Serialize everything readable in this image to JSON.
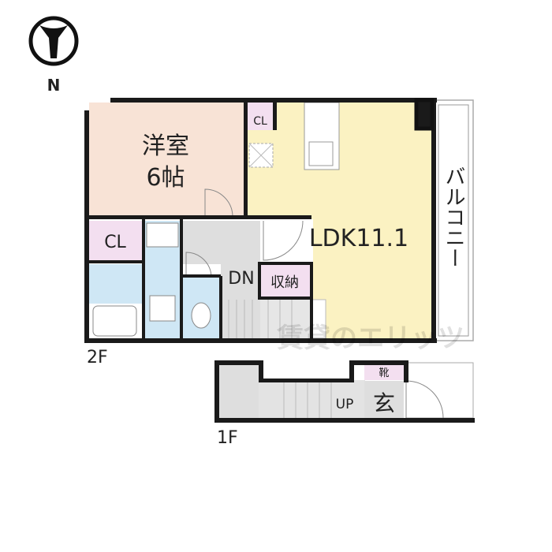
{
  "compass": {
    "label": "N"
  },
  "floor2": {
    "floor_label": "2F",
    "western_room": {
      "name": "洋室",
      "size": "6帖"
    },
    "closet_top": "CL",
    "closet_left": "CL",
    "ldk": "LDK11.1",
    "storage": "収納",
    "stairs": "DN",
    "balcony": "バルコニー"
  },
  "floor1": {
    "floor_label": "1F",
    "stairs": "UP",
    "shoe_box": "靴",
    "entrance": "玄"
  },
  "watermark": "賃貸のエリッツ",
  "colors": {
    "western_room": "#f8e3d6",
    "ldk": "#fbf2c2",
    "closet": "#f3dff0",
    "wet_area": "#cfe7f5",
    "hall": "#dedede"
  }
}
